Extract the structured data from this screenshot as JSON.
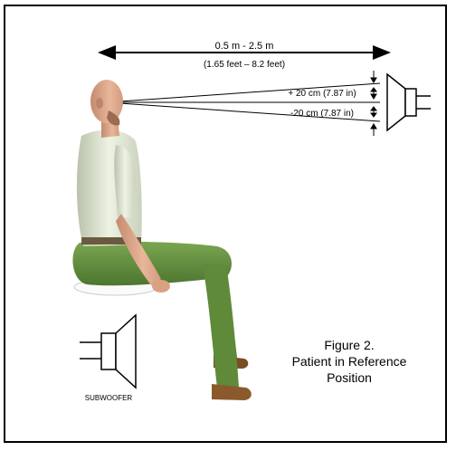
{
  "distance": {
    "metric": "0.5 m  - 2.5 m",
    "imperial": "(1.65 feet – 8.2 feet)"
  },
  "vertical_offsets": {
    "above": "+ 20 cm (7.87 in)",
    "below": "-20 cm (7.87 in)"
  },
  "subwoofer": {
    "label": "SUBWOOFER",
    "icon": "speaker-icon"
  },
  "main_speaker": {
    "icon": "speaker-icon"
  },
  "figure": {
    "number": "Figure 2.",
    "caption_line1": "Patient in Reference",
    "caption_line2": "Position"
  },
  "colors": {
    "skin": "#e2a98c",
    "shirt": "#dfe7d2",
    "pants": "#5f8a3a",
    "shoes": "#8a5a2c",
    "chair": "#ffffff"
  }
}
